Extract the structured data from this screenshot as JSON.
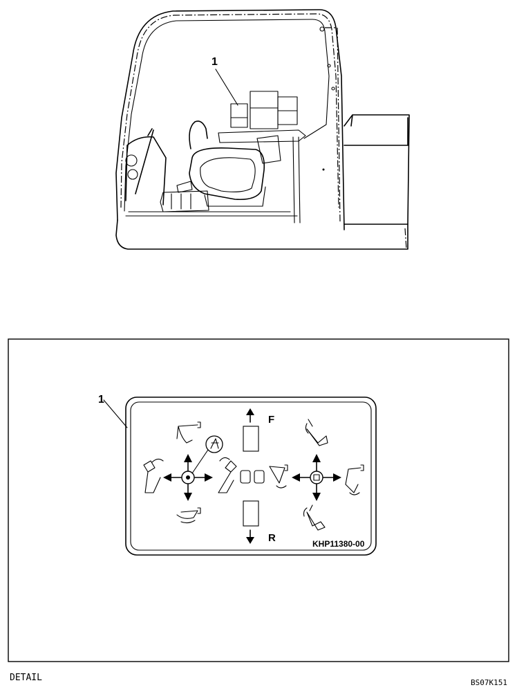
{
  "illustration": {
    "callout_number": "1"
  },
  "detail": {
    "callout_number": "1",
    "decal": {
      "forward_label": "F",
      "reverse_label": "R",
      "part_number": "KHP11380-00"
    }
  },
  "footer": {
    "caption": "DETAIL",
    "figure_code": "BS07K151"
  }
}
